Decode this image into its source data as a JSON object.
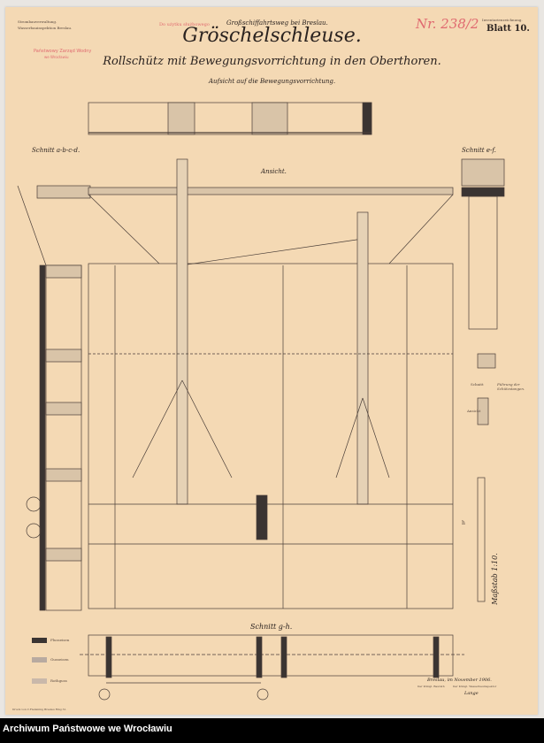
{
  "header": {
    "authority_line1": "Strombauverwaltung.",
    "authority_line2": "Wasserbauinspektion Breslau.",
    "red_note": "Do użytku służbowego",
    "stamp_line1": "Państwowy Zarząd Wodny",
    "stamp_line2": "we Wrocławiu",
    "project": "Großschiffahrtsweg bei Breslau.",
    "inventory_label": "Inventarienzeichnung.",
    "sheet_number": "Blatt 10.",
    "archive_number": "Nr. 238/2",
    "title": "Gröschelschleuse.",
    "subtitle": "Rollschütz mit Bewegungsvorrichtung in den Oberthoren.",
    "plan_caption": "Aufsicht auf die Bewegungsvorrichtung."
  },
  "views": {
    "section_abcd": "Schnitt a-b-c-d.",
    "section_ef": "Schnitt e-f.",
    "elevation": "Ansicht.",
    "section_gh": "Schnitt g-h.",
    "guide_title": "Führung der Schützstangen.",
    "guide_section": "Schnitt",
    "guide_view": "Ansicht",
    "scale": "Maßstab 1:10.",
    "marker_h": "h"
  },
  "legend": [
    {
      "label": "Flusseisen",
      "color": "#3a3432"
    },
    {
      "label": "Gusseisen",
      "color": "#b8aaa0"
    },
    {
      "label": "Rothguss",
      "color": "#c9b8aa"
    }
  ],
  "signature": {
    "place_date": "Breslau, im November 1906.",
    "office1": "Der Königl. Baurath",
    "office2": "Der Königl. Wasserbauinspektor",
    "signer": "Lange"
  },
  "printer_note": "Druck von C.Flemming Breslau Ring 31.",
  "footer": {
    "archive_name": "Archiwum Państwowe we Wrocławiu"
  },
  "colors": {
    "paper": "#f4d9b4",
    "ink": "#2b2320",
    "stamp_red": "#e06a70",
    "footer_bg": "#000000"
  }
}
